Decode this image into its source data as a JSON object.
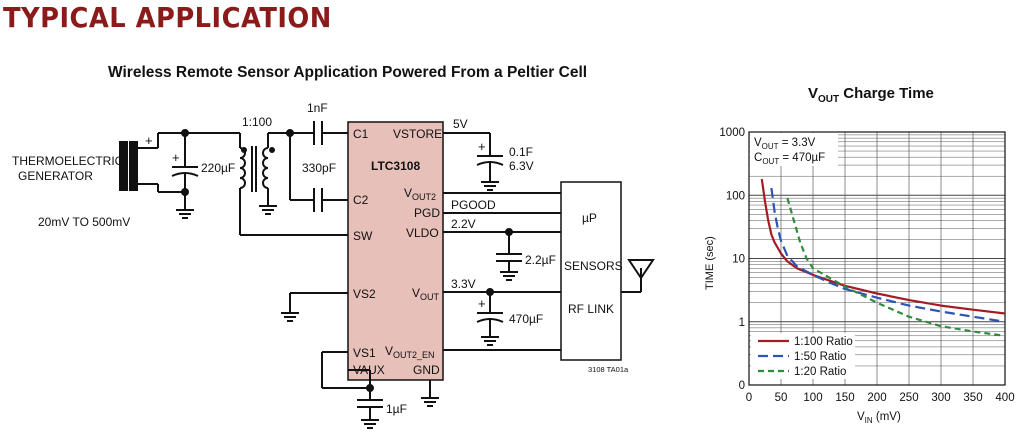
{
  "heading": "TYPICAL APPLICATION",
  "schematic": {
    "title": "Wireless Remote Sensor Application Powered From a Peltier Cell",
    "source_label_1": "THERMOELECTRIC",
    "source_label_2": "GENERATOR",
    "source_range": "20mV TO 500mV",
    "plus": "+",
    "cap_in": "220µF",
    "ratio": "1:100",
    "cap_c1": "1nF",
    "cap_c2": "330pF",
    "ic": {
      "name": "LTC3108",
      "pin_c1": "C1",
      "pin_c2": "C2",
      "pin_sw": "SW",
      "pin_vs2": "VS2",
      "pin_vs1": "VS1",
      "pin_vaux": "VAUX",
      "pin_vstore": "VSTORE",
      "pin_vout2_main": "V",
      "pin_vout2_sub": "OUT2",
      "pin_pgd": "PGD",
      "pin_vldo": "VLDO",
      "pin_vout_main": "V",
      "pin_vout_sub": "OUT",
      "pin_vout2en_main": "V",
      "pin_vout2en_sub": "OUT2_EN",
      "pin_gnd": "GND"
    },
    "net_5v": "5V",
    "cap_store_1": "0.1F",
    "cap_store_2": "6.3V",
    "net_pgood": "PGOOD",
    "net_2v2": "2.2V",
    "cap_ldo": "2.2µF",
    "net_3v3": "3.3V",
    "cap_out": "470µF",
    "cap_aux": "1µF",
    "box_up": "µP",
    "box_sensors": "SENSORS",
    "box_rf": "RF LINK",
    "figure_id": "3108 TA01a"
  },
  "chart_data": {
    "type": "line",
    "title_main": "V",
    "title_sub": "OUT",
    "title_rest": " Charge Time",
    "xlabel_main": "V",
    "xlabel_sub": "IN",
    "xlabel_rest": " (mV)",
    "ylabel": "TIME (sec)",
    "x_ticks": [
      "0",
      "50",
      "100",
      "150",
      "200",
      "250",
      "300",
      "350",
      "400"
    ],
    "y_ticks": [
      "0",
      "1",
      "10",
      "100",
      "1000"
    ],
    "xlim": [
      0,
      400
    ],
    "ylim": [
      0.1,
      1000
    ],
    "y_scale": "log",
    "grid": true,
    "legend_position": "bottom-center",
    "annotations": [
      {
        "main": "V",
        "sub": "OUT",
        "rest": " = 3.3V"
      },
      {
        "main": "C",
        "sub": "OUT",
        "rest": " = 470µF"
      }
    ],
    "series": [
      {
        "name": "1:100 Ratio",
        "color": "#a31c24",
        "dash": "solid",
        "x": [
          20,
          25,
          30,
          35,
          40,
          50,
          60,
          75,
          100,
          125,
          150,
          200,
          250,
          300,
          350,
          400
        ],
        "y": [
          180,
          80,
          40,
          24,
          18,
          12,
          9,
          7,
          5.5,
          4.5,
          3.7,
          2.8,
          2.2,
          1.8,
          1.55,
          1.35
        ]
      },
      {
        "name": "1:50 Ratio",
        "color": "#2b56b4",
        "dash": "longdash",
        "x": [
          35,
          40,
          45,
          50,
          60,
          75,
          100,
          125,
          150,
          200,
          250,
          300,
          350,
          400
        ],
        "y": [
          130,
          55,
          30,
          19,
          11,
          7.5,
          5.5,
          4.2,
          3.3,
          2.4,
          1.8,
          1.45,
          1.2,
          1.0
        ]
      },
      {
        "name": "1:20 Ratio",
        "color": "#2e8b3e",
        "dash": "dash",
        "x": [
          60,
          70,
          80,
          90,
          100,
          125,
          150,
          200,
          250,
          300,
          350,
          400
        ],
        "y": [
          90,
          40,
          18,
          10,
          7,
          5,
          3.6,
          2.0,
          1.2,
          0.85,
          0.7,
          0.6
        ]
      }
    ]
  }
}
